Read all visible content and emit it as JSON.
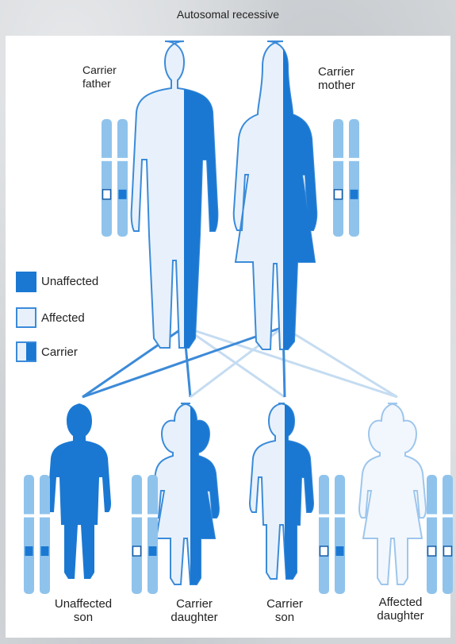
{
  "title": "Autosomal recessive",
  "parents": {
    "father": "Carrier\nfather",
    "mother": "Carrier\nmother"
  },
  "legend": {
    "unaffected": "Unaffected",
    "affected": "Affected",
    "carrier": "Carrier"
  },
  "children": [
    "Unaffected\nson",
    "Carrier\ndaughter",
    "Carrier\nson",
    "Affected\ndaughter"
  ],
  "colors": {
    "dark_blue": "#1a78d2",
    "light_blue": "#e8f1fb",
    "outline": "#3b8bd9",
    "chromosome": "#8fc3ec",
    "line_strong": "#3c8ad8",
    "line_faint": "#c5dcf1"
  }
}
